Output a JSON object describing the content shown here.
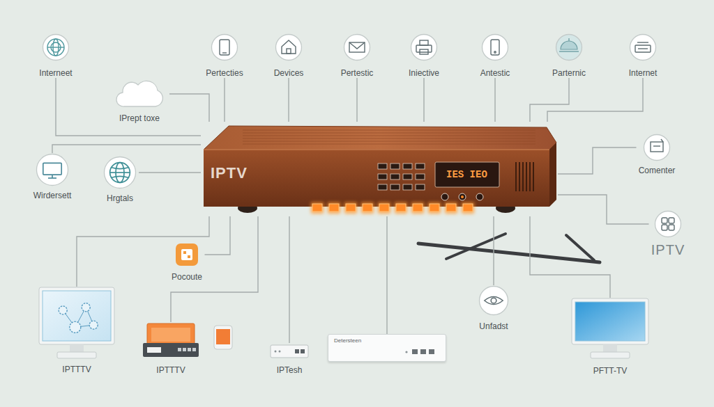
{
  "diagram": {
    "nodes": [
      {
        "text": [
          "Interneet"
        ]
      },
      {
        "text": [
          "Pertecties"
        ]
      },
      {
        "text": [
          "Devices"
        ]
      },
      {
        "text": [
          "Pertestic"
        ]
      },
      {
        "text": [
          "Iniective"
        ]
      },
      {
        "text": [
          "Antestic"
        ]
      },
      {
        "text": [
          "Parternic"
        ]
      },
      {
        "text": [
          "Internet"
        ]
      },
      {
        "text": [
          "IPrept toxe"
        ]
      },
      {
        "text": [
          "Comenter"
        ]
      },
      {
        "text": [
          "Wirdersett"
        ]
      },
      {
        "text": [
          "Hrgtals"
        ]
      },
      {
        "text": [
          "IPTV"
        ]
      },
      {
        "text": [
          "IPTV"
        ]
      },
      {
        "text": [
          "Pocoute"
        ]
      },
      {
        "text": [
          "Unfadst"
        ]
      },
      {
        "text": [
          "IPTTTV"
        ]
      },
      {
        "text": [
          "IPTTTV"
        ]
      },
      {
        "text": [
          "IPTesh"
        ]
      },
      {
        "text": [
          "Detersteen"
        ]
      },
      {
        "text": [
          "PFTT-TV"
        ]
      }
    ],
    "edges": [
      {
        "from": 0,
        "to": 12,
        "arrow": "none"
      },
      {
        "from": 1,
        "to": 12,
        "arrow": "none"
      },
      {
        "from": 2,
        "to": 12,
        "arrow": "none"
      },
      {
        "from": 3,
        "to": 12,
        "arrow": "none"
      },
      {
        "from": 4,
        "to": 12,
        "arrow": "none"
      },
      {
        "from": 5,
        "to": 12,
        "arrow": "none"
      },
      {
        "from": 6,
        "to": 12,
        "arrow": "none"
      },
      {
        "from": 7,
        "to": 12,
        "arrow": "none"
      },
      {
        "from": 8,
        "to": 12,
        "arrow": "none"
      },
      {
        "from": 9,
        "to": 12,
        "arrow": "none"
      },
      {
        "from": 10,
        "to": 12,
        "arrow": "none"
      },
      {
        "from": 11,
        "to": 12,
        "arrow": "none"
      },
      {
        "from": 13,
        "to": 12,
        "arrow": "none"
      },
      {
        "from": 14,
        "to": 12,
        "arrow": "none"
      },
      {
        "from": 15,
        "to": 12,
        "arrow": "none"
      },
      {
        "from": 16,
        "to": 12,
        "arrow": "none"
      },
      {
        "from": 17,
        "to": 12,
        "arrow": "none"
      },
      {
        "from": 18,
        "to": 12,
        "arrow": "none"
      },
      {
        "from": 19,
        "to": 12,
        "arrow": "none"
      },
      {
        "from": 20,
        "to": 12,
        "arrow": "none"
      }
    ],
    "labels": [
      "IES IEO"
    ]
  }
}
